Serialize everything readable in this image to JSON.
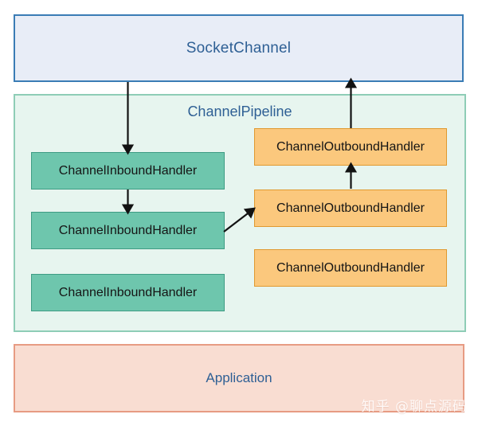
{
  "diagram": {
    "title_visible": false,
    "colors": {
      "channel_blue_fill": "#e8edf7",
      "channel_blue_border": "#3a7cb5",
      "label_blue_text": "#2f6095",
      "pipeline_fill": "#e7f5ef",
      "pipeline_border": "#8ecdb6",
      "inbound_fill": "#6ec6ad",
      "inbound_border": "#3e9c84",
      "outbound_fill": "#fbc87d",
      "outbound_border": "#e0992f",
      "application_fill": "#f9ddd2",
      "application_border": "#e79b83",
      "arrow_color": "#121212"
    },
    "socket_channel": {
      "label": "SocketChannel"
    },
    "pipeline": {
      "label": "ChannelPipeline",
      "inbound_handlers": [
        {
          "label": "ChannelInboundHandler"
        },
        {
          "label": "ChannelInboundHandler"
        },
        {
          "label": "ChannelInboundHandler"
        }
      ],
      "outbound_handlers": [
        {
          "label": "ChannelOutboundHandler"
        },
        {
          "label": "ChannelOutboundHandler"
        },
        {
          "label": "ChannelOutboundHandler"
        }
      ]
    },
    "application": {
      "label": "Application"
    },
    "arrows": [
      {
        "name": "socketchannel-to-inbound-0",
        "direction": "down"
      },
      {
        "name": "inbound-0-to-inbound-1",
        "direction": "down"
      },
      {
        "name": "inbound-1-to-outbound-1",
        "direction": "diagonal-up-right"
      },
      {
        "name": "outbound-1-to-outbound-0",
        "direction": "up"
      },
      {
        "name": "outbound-0-to-socketchannel",
        "direction": "up"
      }
    ]
  },
  "watermark": {
    "text": "知乎 @聊点源码"
  }
}
